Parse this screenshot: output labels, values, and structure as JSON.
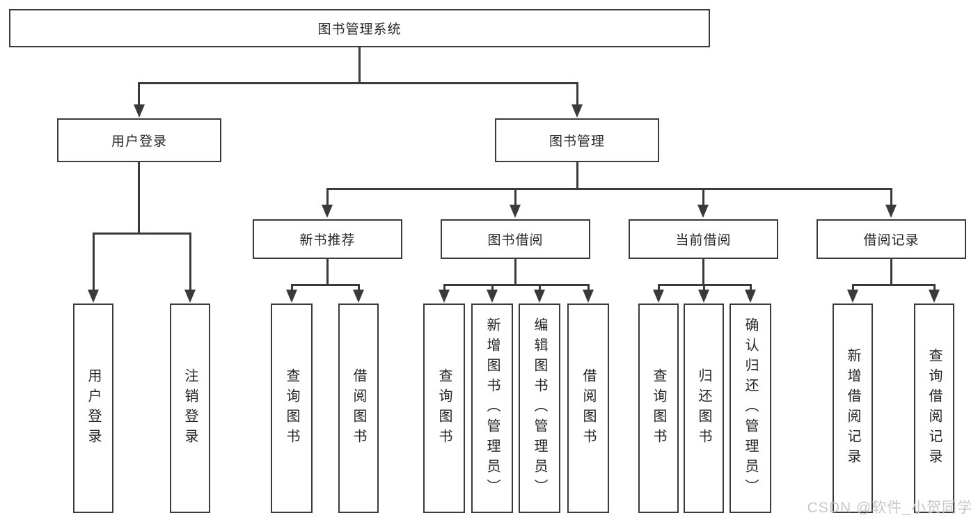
{
  "tree": {
    "root": "图书管理系统",
    "branches": [
      {
        "label": "用户登录",
        "children": [
          "用户登录",
          "注销登录"
        ]
      },
      {
        "label": "图书管理",
        "sections": [
          {
            "label": "新书推荐",
            "children": [
              "查询图书",
              "借阅图书"
            ]
          },
          {
            "label": "图书借阅",
            "children": [
              "查询图书",
              "新增图书（管理员）",
              "编辑图书（管理员）",
              "借阅图书"
            ]
          },
          {
            "label": "当前借阅",
            "children": [
              "查询图书",
              "归还图书",
              "确认归还（管理员）"
            ]
          },
          {
            "label": "借阅记录",
            "children": [
              "新增借阅记录",
              "查询借阅记录"
            ]
          }
        ]
      }
    ]
  },
  "watermark": "CSDN @软件_小贺同学",
  "colors": {
    "line": "#3a3a3a",
    "text": "#262626",
    "watermark": "#c7c7c7",
    "background": "#ffffff"
  }
}
